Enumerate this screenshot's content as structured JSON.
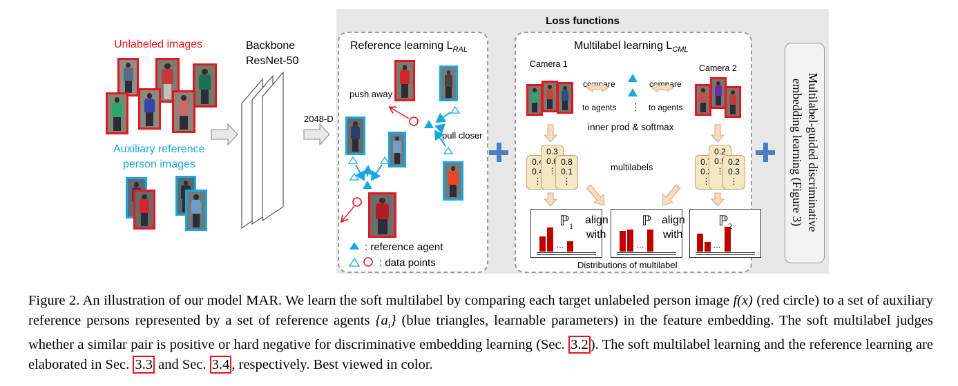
{
  "figure": {
    "left": {
      "unlabeled_title": "Unlabeled images",
      "auxiliary_title_line1": "Auxiliary reference",
      "auxiliary_title_line2": "person images",
      "backbone_line1": "Backbone",
      "backbone_line2": "ResNet-50",
      "feature_dim": "2048-D"
    },
    "loss_title": "Loss functions",
    "reference_learning": {
      "title": "Reference learning L",
      "title_sub": "RAL",
      "push_label": "push away",
      "pull_label": "pull closer",
      "legend_agent": ": reference agent",
      "legend_points": ": data points"
    },
    "multilabel_learning": {
      "title": "Multilabel learning L",
      "title_sub": "CML",
      "camera1": "Camera 1",
      "camera2": "Camera 2",
      "compare": "compare",
      "to_agents": "to agents",
      "ellipsis": "⋮",
      "inner_prod": "inner prod & softmax",
      "multilabels": "multilabels",
      "cam1_labels": [
        [
          "0.4",
          "0.4",
          "⋮"
        ],
        [
          "0.3",
          "0.6",
          "⋮"
        ],
        [
          "0.8",
          "0.1",
          "⋮"
        ]
      ],
      "cam2_labels": [
        [
          "0.7",
          "0.2",
          "⋮"
        ],
        [
          "0.2",
          "0.5",
          "⋮"
        ],
        [
          "0.2",
          "0.3",
          "⋮"
        ]
      ],
      "dist_p1": "ℙ",
      "dist_p1_sub": "1",
      "dist_p": "ℙ",
      "dist_p2": "ℙ",
      "dist_p2_sub": "2",
      "align_line1": "align",
      "align_line2": "with",
      "dots": "…",
      "distributions_label": "Distributions of multilabel"
    },
    "right_box_line1": "Multilabel-guided discriminative",
    "right_box_line2": "embedding learning (Figure 3)",
    "colors": {
      "red": "#e8141e",
      "cyan": "#1aa7e0",
      "plus": "#4a7fc0",
      "bar": "#c00000"
    }
  },
  "caption": {
    "prefix": "Figure 2. An illustration of our model MAR. We learn the soft multilabel by comparing each target unlabeled person image ",
    "fx": "f(x)",
    "mid1": " (red circle) to a set of auxiliary reference persons represented by a set of reference agents ",
    "ai": "{a",
    "ai_sub": "i",
    "ai_close": "}",
    "mid2": " (blue triangles, learnable parameters) in the feature embedding. The soft multilabel judges whether a similar pair is positive or hard negative for discriminative embedding learning (Sec. ",
    "ref1": "3.2",
    "mid3": "). The soft multilabel learning and the reference learning are elaborated in Sec. ",
    "ref2": "3.3",
    "mid4": " and Sec. ",
    "ref3": "3.4",
    "suffix": ", respectively. Best viewed in color."
  }
}
